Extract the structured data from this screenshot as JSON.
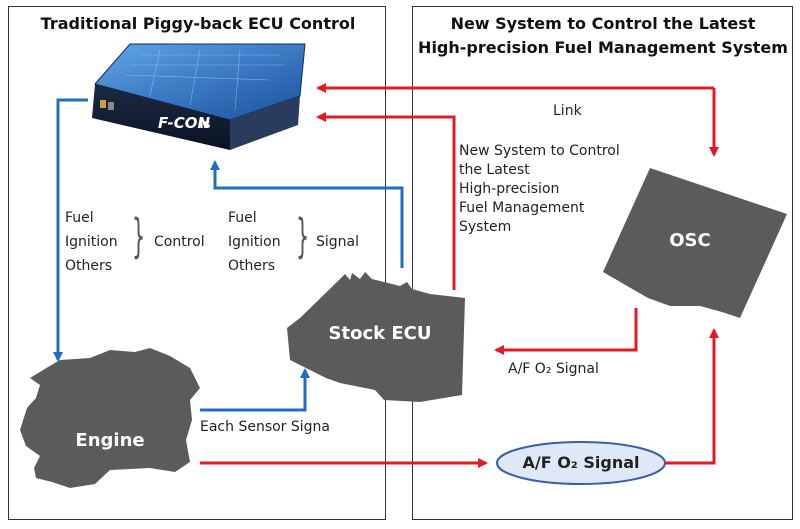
{
  "panels": {
    "left_title": "Traditional Piggy-back ECU Control",
    "right_title_line1": "New System to Control the Latest",
    "right_title_line2": "High-precision Fuel Management System"
  },
  "device": {
    "brand_text": "F-CON",
    "model_text": "iS"
  },
  "labels": {
    "link": "Link",
    "new_system": [
      "New System to Control",
      "the Latest",
      "High-precision",
      "Fuel Management",
      "System"
    ],
    "control_items": [
      "Fuel",
      "Ignition",
      "Others"
    ],
    "control": "Control",
    "signal_items": [
      "Fuel",
      "Ignition",
      "Others"
    ],
    "signal": "Signal",
    "each_sensor": "Each Sensor Signa",
    "af_o2_signal": "A/F O₂ Signal"
  },
  "nodes": {
    "osc": "OSC",
    "stock_ecu": "Stock ECU",
    "engine": "Engine",
    "af_oval": "A/F O₂ Signal"
  },
  "colors": {
    "red_arrow": "#e01b24",
    "blue_arrow": "#1f6fc0",
    "shape_fill": "#5b5b5b",
    "oval_fill": "#dfe8f6"
  }
}
